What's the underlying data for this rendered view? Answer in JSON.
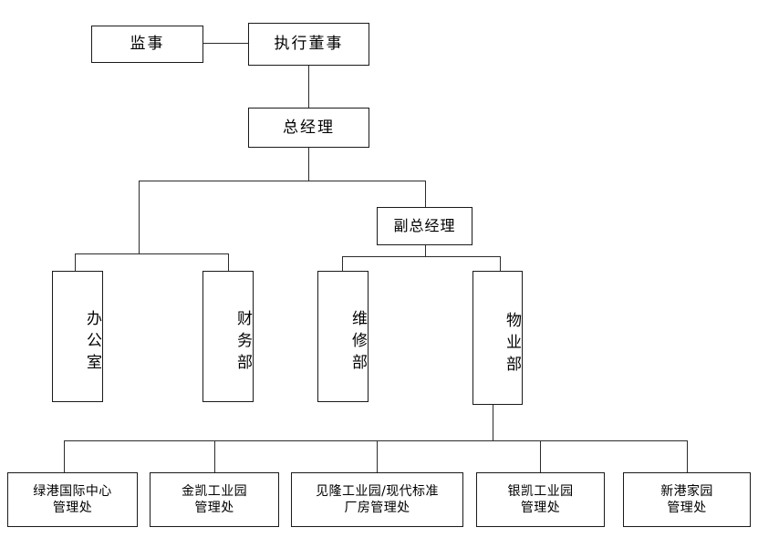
{
  "chart": {
    "type": "organization-chart",
    "title": "",
    "orientation": "top-down",
    "nodes": {
      "supervisor": {
        "label": "监事",
        "level": 0
      },
      "executive_director": {
        "label": "执行董事",
        "level": 0
      },
      "general_manager": {
        "label": "总经理",
        "level": 1
      },
      "deputy_manager": {
        "label": "副总经理",
        "level": 2
      },
      "office": {
        "label": "办公室",
        "level": 3
      },
      "finance_dept": {
        "label": "财务部",
        "level": 3
      },
      "maintenance_dept": {
        "label": "维修部",
        "level": 3
      },
      "property_dept": {
        "label": "物业部",
        "level": 3
      }
    },
    "management_offices": [
      {
        "label": "绿港国际中心\n管理处"
      },
      {
        "label": "金凯工业园\n管理处"
      },
      {
        "label": "见隆工业园/现代标准\n厂房管理处"
      },
      {
        "label": "银凯工业园\n管理处"
      },
      {
        "label": "新港家园\n管理处"
      }
    ],
    "colors": {
      "box_border": "#1a1a1a",
      "line": "#2b2b2b",
      "background": "#ffffff",
      "text": "#000000"
    }
  }
}
